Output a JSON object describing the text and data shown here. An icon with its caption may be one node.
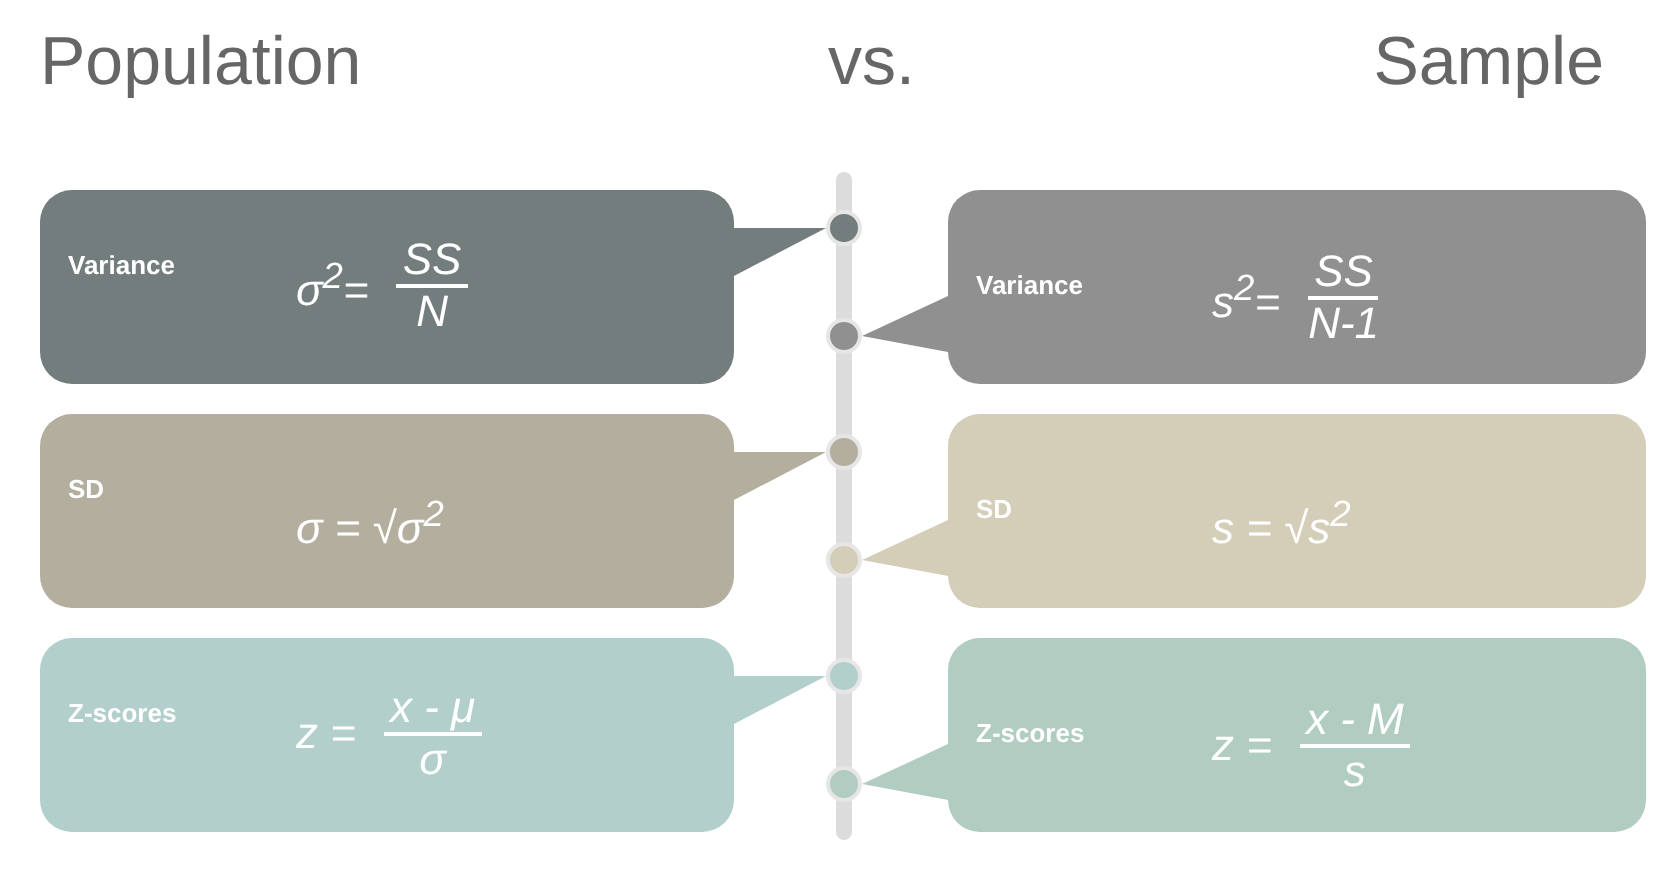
{
  "diagram": {
    "nodes": [
      {
        "text": [
          "Variance",
          "σ$^{2}$=",
          "SS",
          "N"
        ]
      },
      {
        "text": [],
        "shape": "circle"
      },
      {
        "text": [],
        "shape": "circle"
      },
      {
        "text": [
          "Variance",
          "s$^{2}$=",
          "SS",
          "N-1"
        ]
      },
      {
        "text": [
          "SD",
          "σ = √σ$^{2}$"
        ]
      },
      {
        "text": [],
        "shape": "circle"
      },
      {
        "text": [],
        "shape": "circle"
      },
      {
        "text": [
          "SD",
          "s = √s$^{2}$"
        ]
      },
      {
        "text": [
          "Z-scores",
          "z =",
          "x - μ",
          "σ"
        ]
      },
      {
        "text": [],
        "shape": "circle"
      },
      {
        "text": [],
        "shape": "circle"
      },
      {
        "text": [
          "Z-scores",
          "z =",
          "x - M",
          "s"
        ]
      }
    ],
    "edges": [
      {
        "from": 0,
        "to": 1,
        "arrow": "to"
      },
      {
        "from": 3,
        "to": 2,
        "arrow": "to"
      },
      {
        "from": 4,
        "to": 5,
        "arrow": "to"
      },
      {
        "from": 7,
        "to": 6,
        "arrow": "to"
      },
      {
        "from": 8,
        "to": 9,
        "arrow": "to"
      },
      {
        "from": 11,
        "to": 10,
        "arrow": "to"
      }
    ],
    "labels": [
      "Population",
      "vs.",
      "Sample"
    ]
  }
}
